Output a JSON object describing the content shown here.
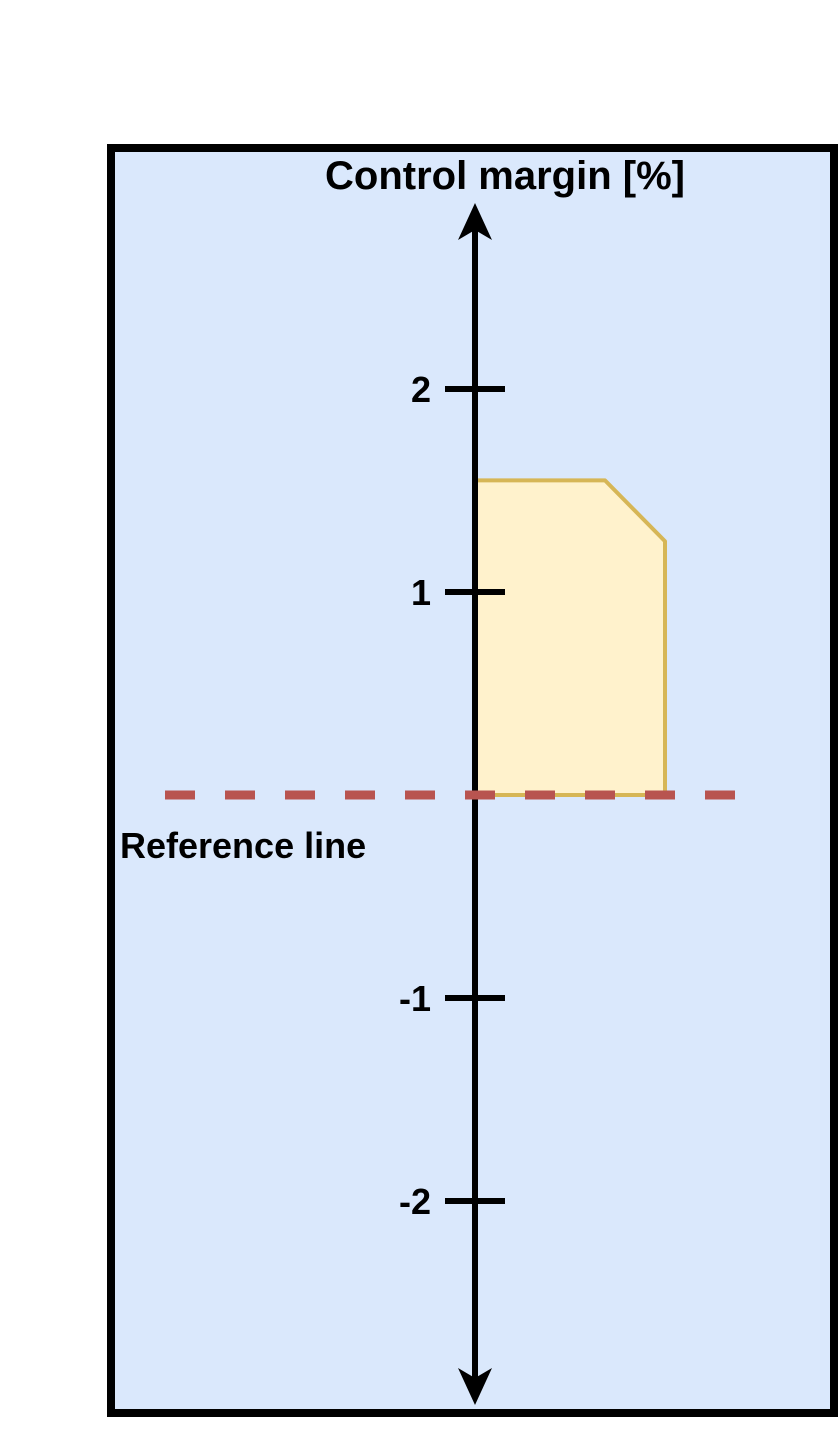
{
  "colors": {
    "panel_fill": "#dae8fc",
    "panel_border": "#000000",
    "region_fill": "#fff2cc",
    "region_border": "#d6b656",
    "reference_line": "#b85450",
    "axis": "#000000"
  },
  "axis": {
    "title": "Control margin [%]",
    "ticks": [
      {
        "label": "2",
        "value": 2
      },
      {
        "label": "1",
        "value": 1
      },
      {
        "label": "-1",
        "value": -1
      },
      {
        "label": "-2",
        "value": -2
      }
    ]
  },
  "reference_line": {
    "label": "Reference line",
    "value": 0
  },
  "region": {
    "top_value": 1.55,
    "corner_value": 1.25,
    "bottom_value": 0
  }
}
